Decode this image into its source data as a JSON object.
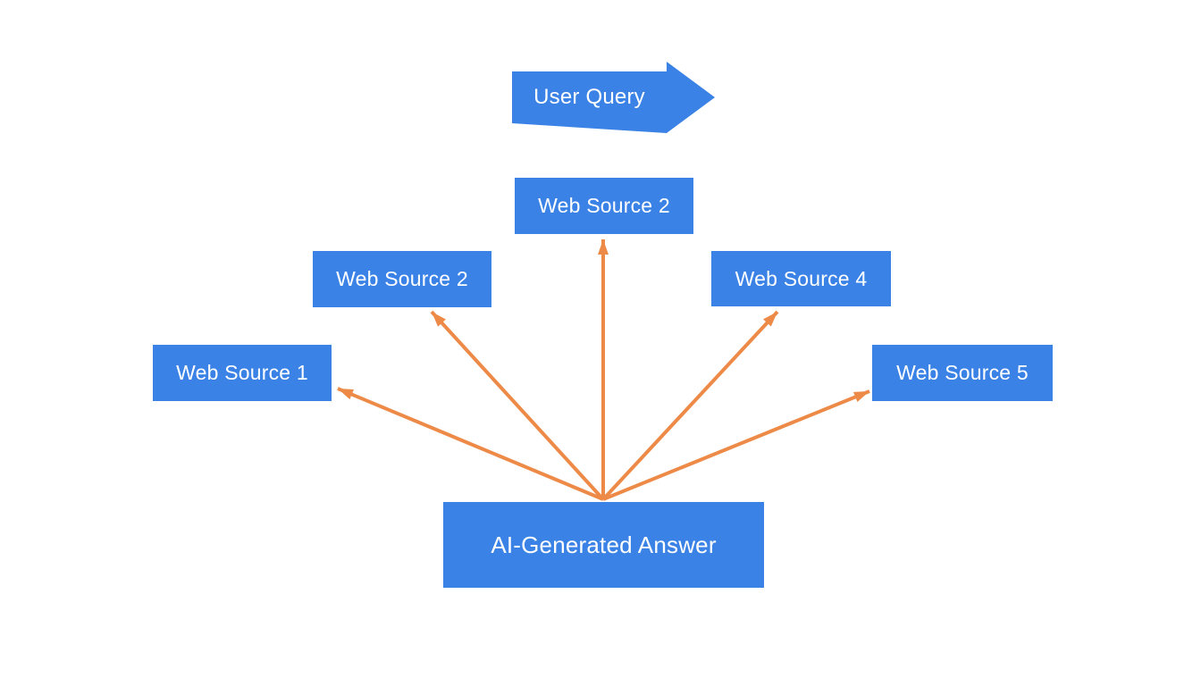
{
  "diagram": {
    "user_query": {
      "label": "User Query"
    },
    "sources": [
      {
        "id": "web-source-1",
        "label": "Web Source 1"
      },
      {
        "id": "web-source-2-left",
        "label": "Web Source 2"
      },
      {
        "id": "web-source-2-top",
        "label": "Web Source 2"
      },
      {
        "id": "web-source-4",
        "label": "Web Source 4"
      },
      {
        "id": "web-source-5",
        "label": "Web Source 5"
      }
    ],
    "answer": {
      "label": "AI-Generated Answer"
    },
    "connections": [
      {
        "from": "ai-generated-answer",
        "to": "web-source-1"
      },
      {
        "from": "ai-generated-answer",
        "to": "web-source-2-left"
      },
      {
        "from": "ai-generated-answer",
        "to": "web-source-2-top"
      },
      {
        "from": "ai-generated-answer",
        "to": "web-source-4"
      },
      {
        "from": "ai-generated-answer",
        "to": "web-source-5"
      }
    ],
    "colors": {
      "node_blue": "#3a82e6",
      "arrow_orange": "#ed8a47",
      "label_text": "#ffffff",
      "background": "#ffffff"
    }
  }
}
